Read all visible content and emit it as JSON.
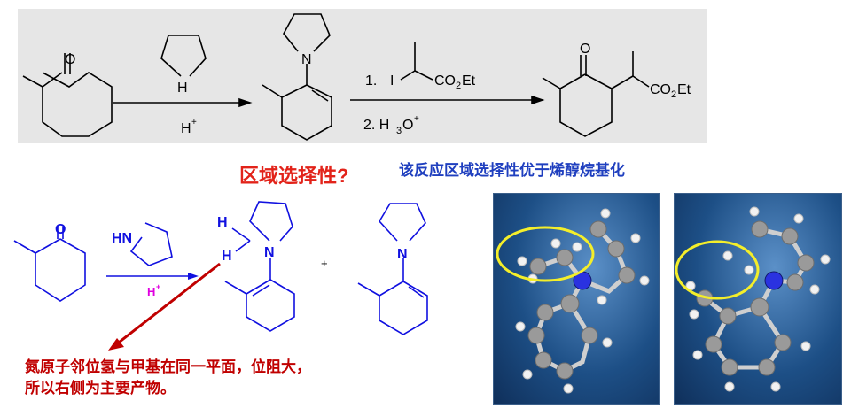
{
  "top_scheme": {
    "reagent_amine_label": "H",
    "acid_label": "H",
    "acid_sup": "+",
    "nitrogen": "N",
    "oxygen": "O",
    "step1_num": "1.",
    "step1_iodo": "I",
    "step1_ester": "CO",
    "step1_ester_sub": "2",
    "step1_ester_tail": "Et",
    "step2": "2. H",
    "step2_sub": "3",
    "step2_tail": "O",
    "step2_sup": "+",
    "product_ester": "CO",
    "product_ester_sub": "2",
    "product_ester_tail": "Et"
  },
  "question": "区域选择性?",
  "note": "该反应区域选择性优于烯醇烷基化",
  "bottom_scheme": {
    "oxygen": "O",
    "amine": "HN",
    "acid": "H",
    "acid_sup": "+",
    "plus": "+",
    "h1": "H",
    "h2": "H",
    "n1": "N",
    "n2": "N"
  },
  "explanation_line1": "氮原子邻位氢与甲基在同一平面，位阻大，",
  "explanation_line2": "所以右侧为主要产物。",
  "colors": {
    "scheme_bg": "#e6e6e6",
    "red": "#e2231a",
    "dark_red": "#c00000",
    "blue": "#1f3fbf",
    "structure_blue": "#1010e0",
    "magenta": "#e000e0",
    "highlight_yellow": "#f4ee2a",
    "panel_bg": "#1d4f86"
  }
}
